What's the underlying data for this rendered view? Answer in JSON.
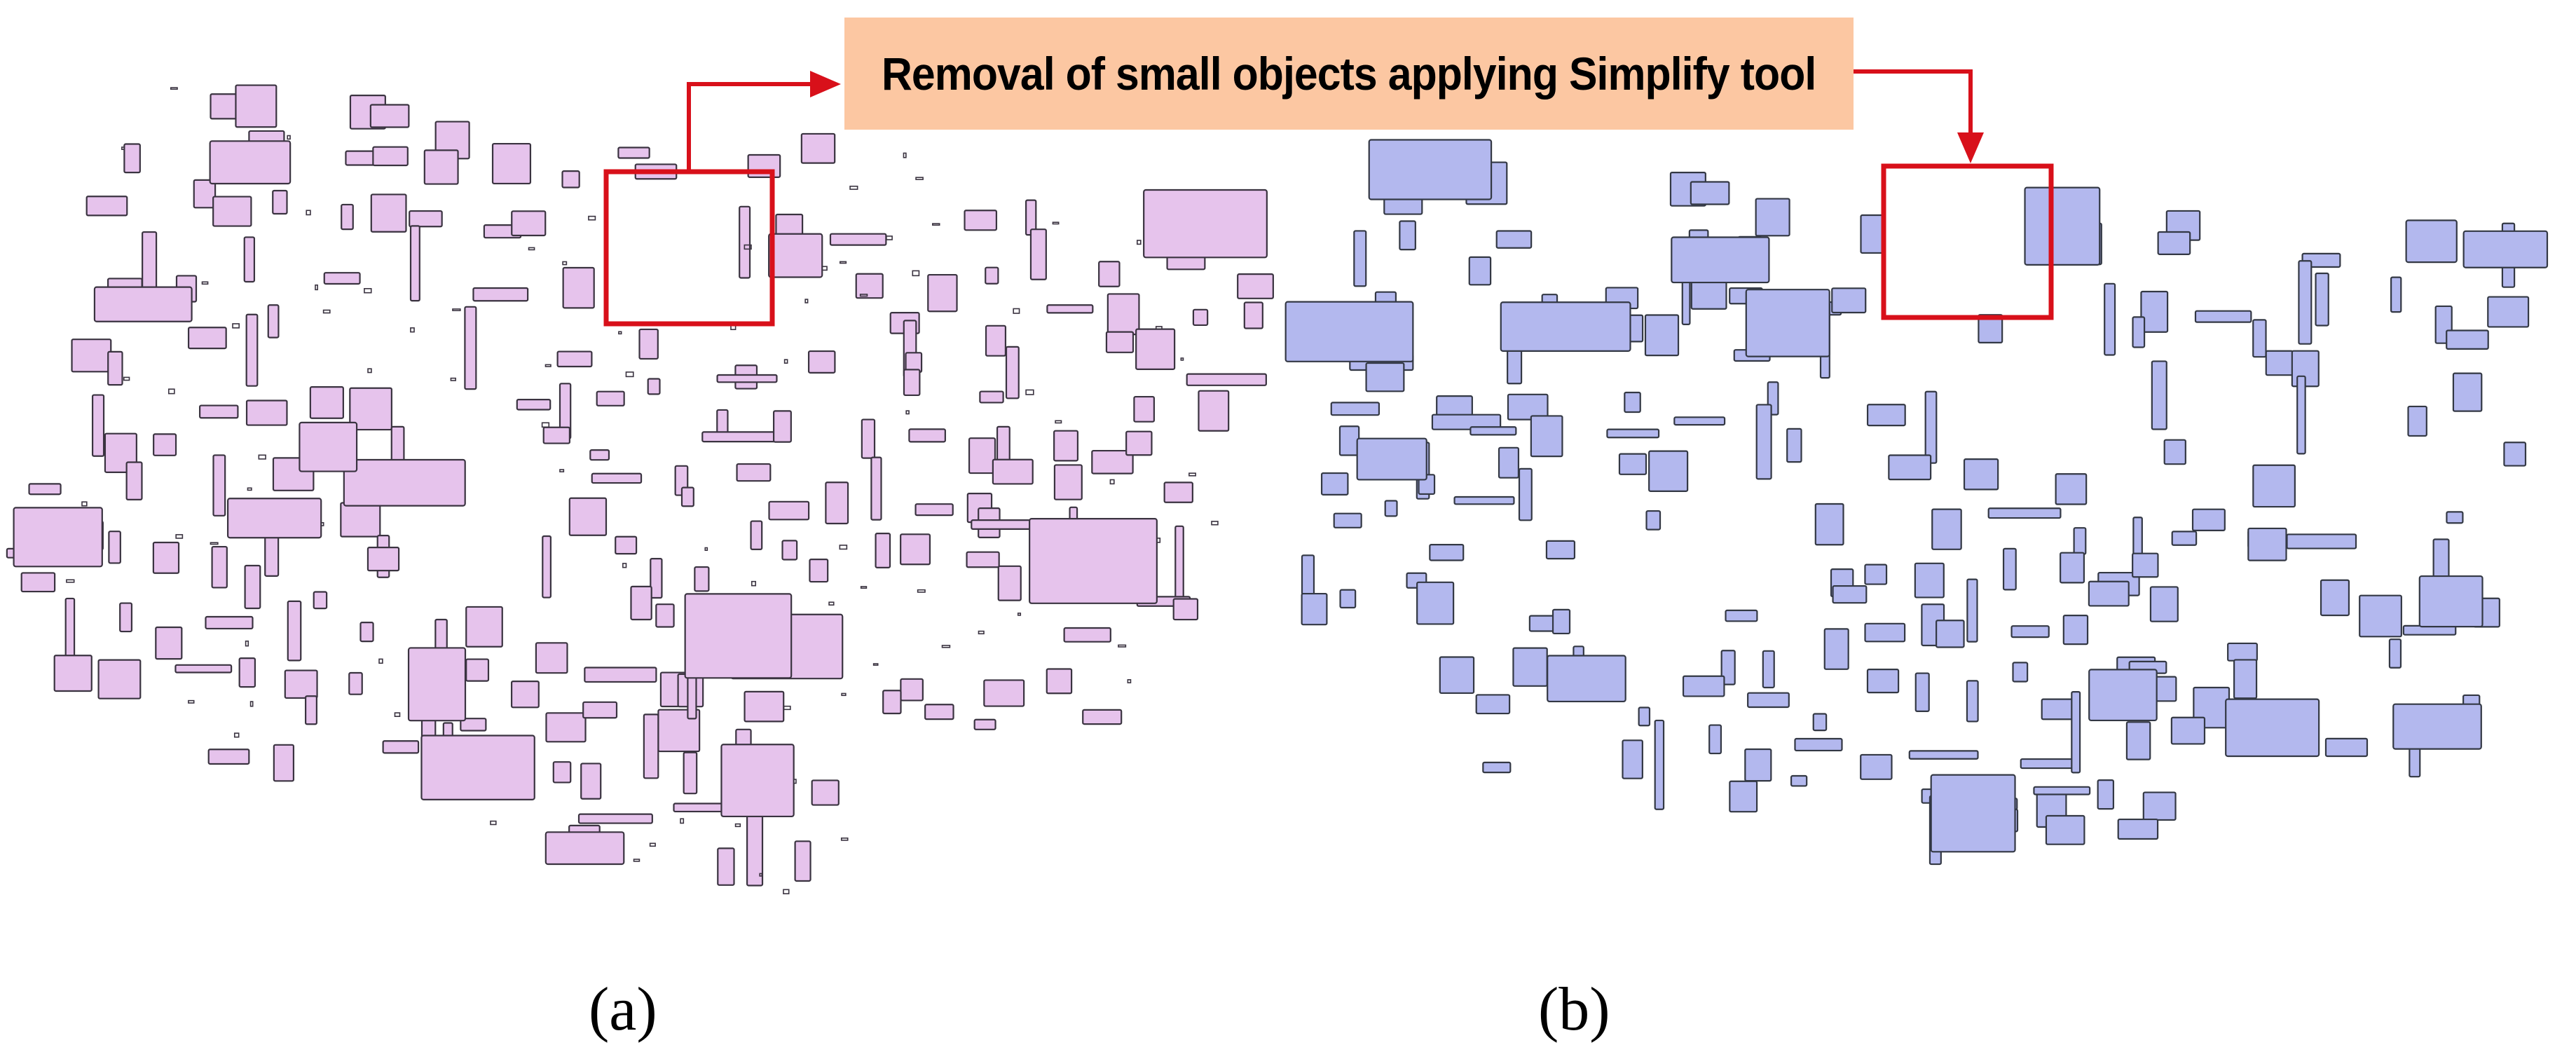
{
  "title": {
    "text": "Removal of small objects applying Simplify tool"
  },
  "panels": [
    {
      "label": "(a)",
      "fill": "#e6c3ec",
      "stroke": "#3a3340"
    },
    {
      "label": "(b)",
      "fill": "#b3b8ee",
      "stroke": "#333844"
    }
  ],
  "colors": {
    "highlight": "#d8101a",
    "banner": "#fcc7a2",
    "arrow": "#d8101a"
  },
  "icons": [
    "arrow-right-icon",
    "arrow-down-icon"
  ]
}
